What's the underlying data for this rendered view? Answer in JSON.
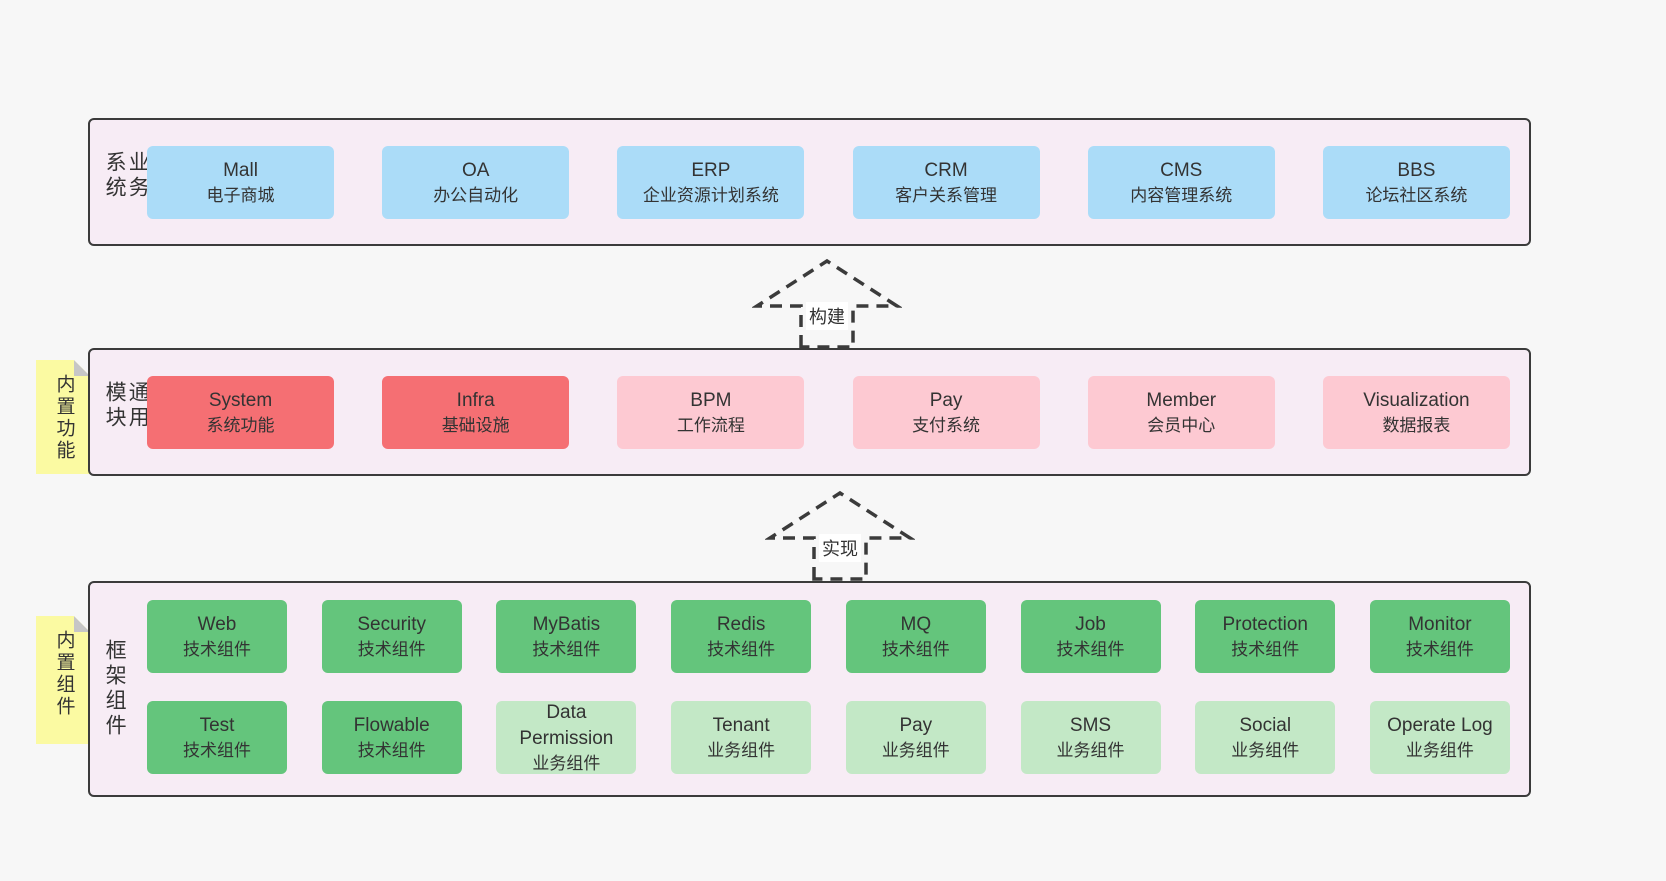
{
  "colors": {
    "page_bg": "#f7f7f7",
    "panel_bg": "#f7ecf5",
    "border": "#3b3b3b",
    "text": "#333333",
    "business_box": "#abdcf8",
    "core_module": "#f56f73",
    "optional_module": "#fdc9d2",
    "tech_component": "#64c57c",
    "biz_component": "#c3e8c6",
    "sticky_tab": "#fbfaa2",
    "fold": "#c6c6c6"
  },
  "arrows": [
    {
      "label": "构建"
    },
    {
      "label": "实现"
    }
  ],
  "panels": [
    {
      "id": "business-systems",
      "label": "业务系统",
      "items": [
        {
          "name": "Mall",
          "desc": "电子商城",
          "variant": "blue"
        },
        {
          "name": "OA",
          "desc": "办公自动化",
          "variant": "blue"
        },
        {
          "name": "ERP",
          "desc": "企业资源计划系统",
          "variant": "blue"
        },
        {
          "name": "CRM",
          "desc": "客户关系管理",
          "variant": "blue"
        },
        {
          "name": "CMS",
          "desc": "内容管理系统",
          "variant": "blue"
        },
        {
          "name": "BBS",
          "desc": "论坛社区系统",
          "variant": "blue"
        }
      ]
    },
    {
      "id": "common-modules",
      "label": "通用模块",
      "tab": "内置功能",
      "items": [
        {
          "name": "System",
          "desc": "系统功能",
          "variant": "red"
        },
        {
          "name": "Infra",
          "desc": "基础设施",
          "variant": "red"
        },
        {
          "name": "BPM",
          "desc": "工作流程",
          "variant": "pink"
        },
        {
          "name": "Pay",
          "desc": "支付系统",
          "variant": "pink"
        },
        {
          "name": "Member",
          "desc": "会员中心",
          "variant": "pink"
        },
        {
          "name": "Visualization",
          "desc": "数据报表",
          "variant": "pink"
        }
      ]
    },
    {
      "id": "framework-components",
      "label": "框架组件",
      "tab": "内置组件",
      "rows": [
        [
          {
            "name": "Web",
            "desc": "技术组件",
            "variant": "green"
          },
          {
            "name": "Security",
            "desc": "技术组件",
            "variant": "green"
          },
          {
            "name": "MyBatis",
            "desc": "技术组件",
            "variant": "green"
          },
          {
            "name": "Redis",
            "desc": "技术组件",
            "variant": "green"
          },
          {
            "name": "MQ",
            "desc": "技术组件",
            "variant": "green"
          },
          {
            "name": "Job",
            "desc": "技术组件",
            "variant": "green"
          },
          {
            "name": "Protection",
            "desc": "技术组件",
            "variant": "green"
          },
          {
            "name": "Monitor",
            "desc": "技术组件",
            "variant": "green"
          }
        ],
        [
          {
            "name": "Test",
            "desc": "技术组件",
            "variant": "green"
          },
          {
            "name": "Flowable",
            "desc": "技术组件",
            "variant": "green"
          },
          {
            "name": "Data Permission",
            "desc": "业务组件",
            "variant": "lightgreen"
          },
          {
            "name": "Tenant",
            "desc": "业务组件",
            "variant": "lightgreen"
          },
          {
            "name": "Pay",
            "desc": "业务组件",
            "variant": "lightgreen"
          },
          {
            "name": "SMS",
            "desc": "业务组件",
            "variant": "lightgreen"
          },
          {
            "name": "Social",
            "desc": "业务组件",
            "variant": "lightgreen"
          },
          {
            "name": "Operate Log",
            "desc": "业务组件",
            "variant": "lightgreen"
          }
        ]
      ]
    }
  ]
}
